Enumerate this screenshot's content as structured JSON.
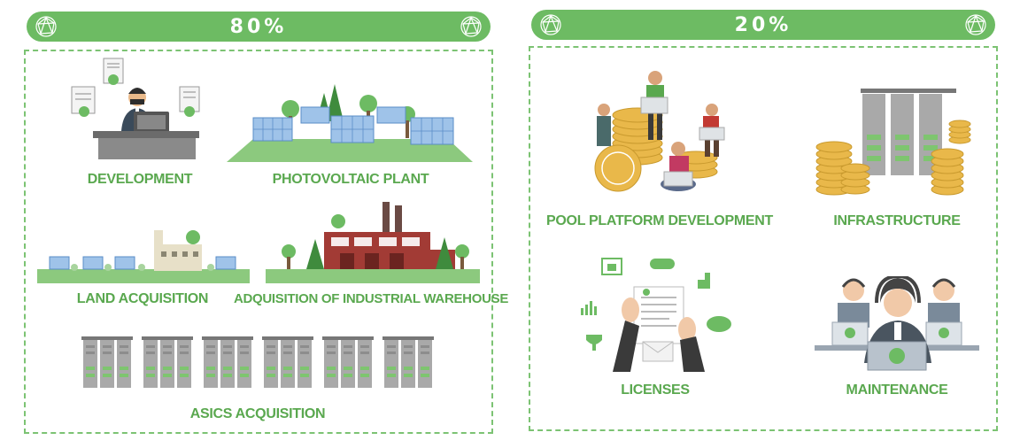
{
  "left": {
    "percent": "80%",
    "items": [
      {
        "label": "DEVELOPMENT"
      },
      {
        "label": "PHOTOVOLTAIC PLANT"
      },
      {
        "label": "LAND ACQUISITION"
      },
      {
        "label": "ADQUISITION OF INDUSTRIAL WAREHOUSE"
      },
      {
        "label": "ASICS ACQUISITION"
      }
    ]
  },
  "right": {
    "percent": "20%",
    "items": [
      {
        "label": "POOL PLATFORM DEVELOPMENT"
      },
      {
        "label": "INFRASTRUCTURE"
      },
      {
        "label": "LICENSES"
      },
      {
        "label": "MAINTENANCE"
      }
    ]
  },
  "colors": {
    "accent": "#6dbb63",
    "label": "#5aa84f",
    "coin": "#e9b84a",
    "server": "#a9a9a9"
  },
  "icons": {
    "banner_logo": "crypto-network-logo-icon"
  }
}
